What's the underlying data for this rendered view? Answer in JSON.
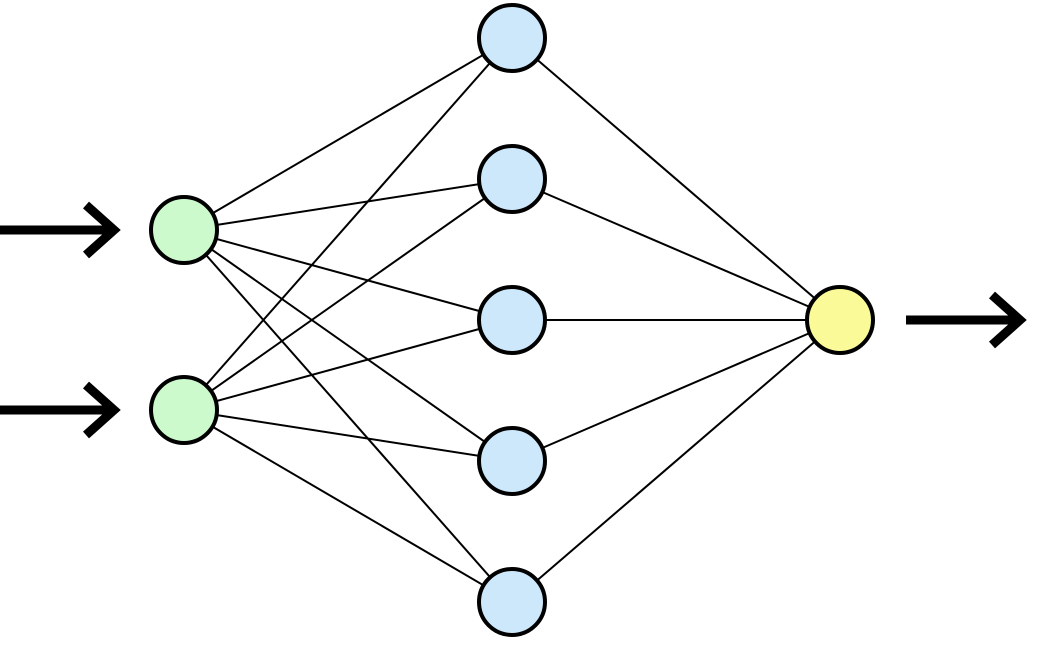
{
  "network": {
    "layers": [
      {
        "role": "input",
        "node_count": 2,
        "color": "#ccfacc"
      },
      {
        "role": "hidden",
        "node_count": 5,
        "color": "#cce8fa"
      },
      {
        "role": "output",
        "node_count": 1,
        "color": "#fafa99"
      }
    ],
    "connectivity": "fully-connected",
    "edge_color": "#000000",
    "input_arrows": 2,
    "output_arrows": 1
  }
}
